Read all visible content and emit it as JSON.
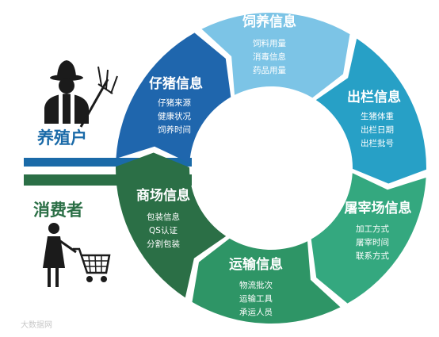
{
  "roles": {
    "farmer": "养殖户",
    "consumer": "消费者"
  },
  "segments": [
    {
      "id": "feeding",
      "title": "饲养信息",
      "items": [
        "饲料用量",
        "消毒信息",
        "药品用量"
      ],
      "color": "#7cc4e6"
    },
    {
      "id": "outbound",
      "title": "出栏信息",
      "items": [
        "生猪体重",
        "出栏日期",
        "出栏批号"
      ],
      "color": "#27a0c6"
    },
    {
      "id": "slaughter",
      "title": "屠宰场信息",
      "items": [
        "加工方式",
        "屠宰时间",
        "联系方式"
      ],
      "color": "#34a87f"
    },
    {
      "id": "transport",
      "title": "运输信息",
      "items": [
        "物流批次",
        "运输工具",
        "承运人员"
      ],
      "color": "#2e9566"
    },
    {
      "id": "market",
      "title": "商场信息",
      "items": [
        "包装信息",
        "QS认证",
        "分割包装"
      ],
      "color": "#2b6f46"
    },
    {
      "id": "piglet",
      "title": "仔猪信息",
      "items": [
        "仔猪来源",
        "健康状况",
        "饲养时间"
      ],
      "color": "#1f66ad"
    }
  ],
  "watermark": "大数据网",
  "colors": {
    "farmer": "#1a6aa8",
    "consumer": "#2b6f46",
    "figure": "#1b1b1b"
  }
}
